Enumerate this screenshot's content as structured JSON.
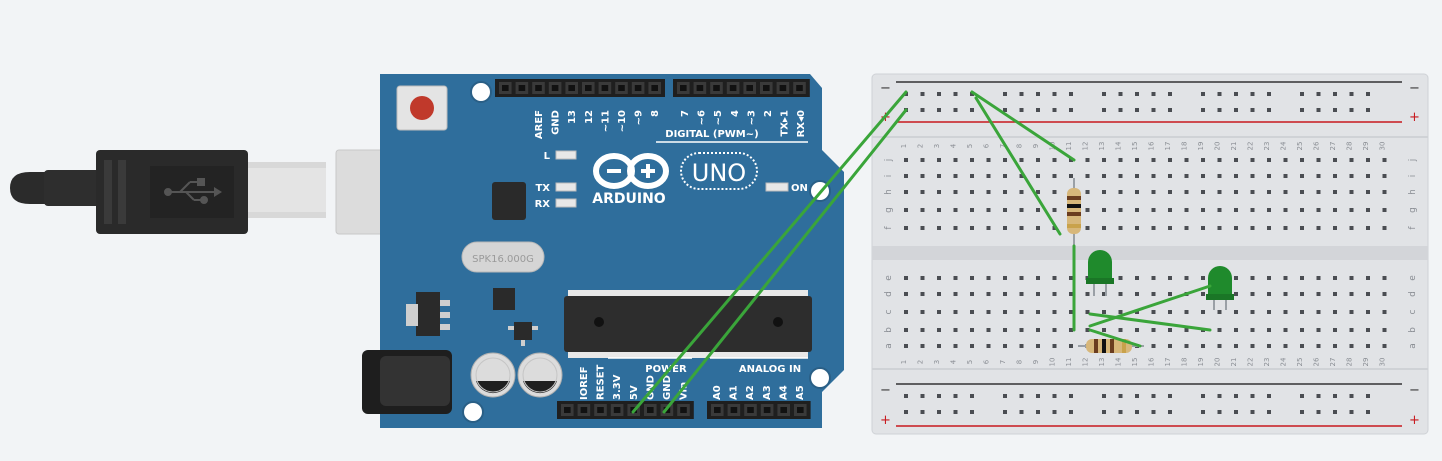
{
  "arduino": {
    "brand": "ARDUINO",
    "model": "UNO",
    "digital_header_label": "DIGITAL (PWM~)",
    "digital_pins": [
      "AREF",
      "GND",
      "13",
      "12",
      "~11",
      "~10",
      "~9",
      "8",
      "7",
      "~6",
      "~5",
      "4",
      "~3",
      "2",
      "TX▸1",
      "RX◂0"
    ],
    "led_labels": {
      "l": "L",
      "tx": "TX",
      "rx": "RX",
      "on": "ON"
    },
    "power_label": "POWER",
    "power_pins": [
      "IOREF",
      "RESET",
      "3.3V",
      "5V",
      "GND",
      "GND",
      "Vin"
    ],
    "analog_label": "ANALOG IN",
    "analog_pins": [
      "A0",
      "A1",
      "A2",
      "A3",
      "A4",
      "A5"
    ],
    "crystal_text": "SPK16.000G"
  },
  "breadboard": {
    "columns": [
      "1",
      "2",
      "3",
      "4",
      "5",
      "6",
      "7",
      "8",
      "9",
      "10",
      "11",
      "12",
      "13",
      "14",
      "15",
      "16",
      "17",
      "18",
      "19",
      "20",
      "21",
      "22",
      "23",
      "24",
      "25",
      "26",
      "27",
      "28",
      "29",
      "30"
    ],
    "top_rows": [
      "j",
      "i",
      "h",
      "g",
      "f"
    ],
    "bottom_rows": [
      "e",
      "d",
      "c",
      "b",
      "a"
    ],
    "rail_minus": "−",
    "rail_plus": "+"
  },
  "colors": {
    "background": "#f2f4f6",
    "board_blue": "#2f6e9c",
    "wire_green": "#3aa53a",
    "led_green": "#1f8a2c",
    "rail_red": "#c8191e",
    "rail_black": "#333333"
  },
  "icons": {
    "usb": "usb-icon",
    "arduino_logo": "arduino-infinity-logo"
  }
}
